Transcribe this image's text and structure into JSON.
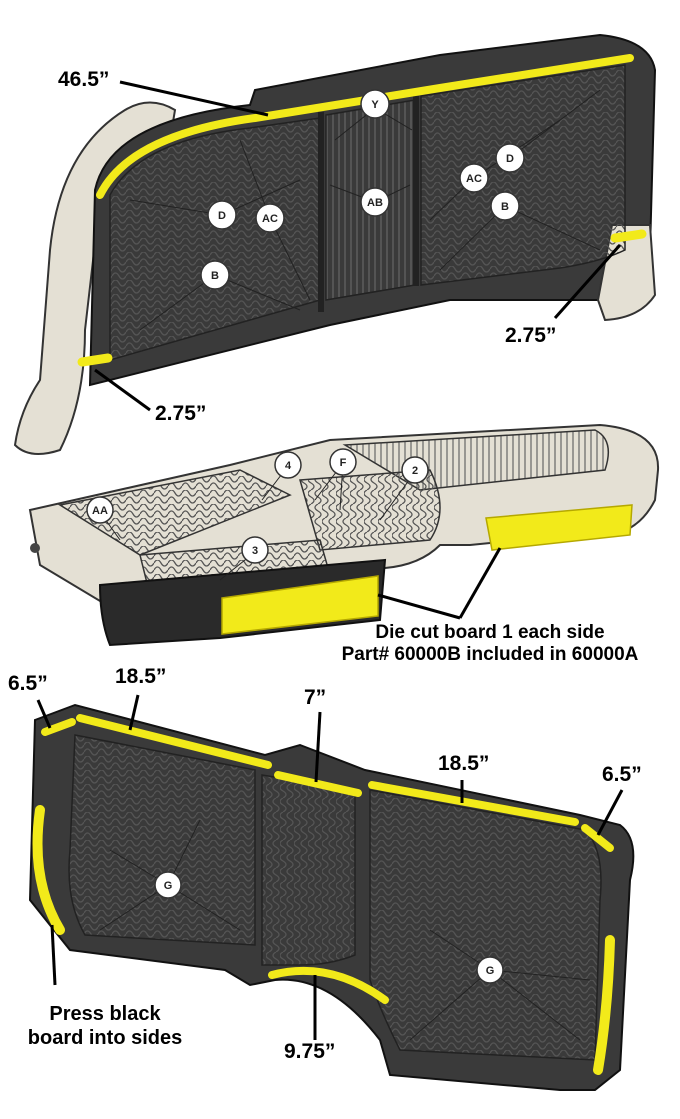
{
  "top_section": {
    "dimensions": {
      "top_edge": "46.5”",
      "right_end": "2.75”",
      "left_end": "2.75”"
    },
    "spring_labels": [
      "Y",
      "D",
      "AC",
      "B",
      "AB",
      "AC",
      "D",
      "B"
    ]
  },
  "middle_section": {
    "spring_labels": [
      "AA",
      "4",
      "F",
      "2",
      "3"
    ],
    "note_line1": "Die cut board 1 each side",
    "note_line2": "Part# 60000B included in 60000A"
  },
  "bottom_section": {
    "dimensions": {
      "top_left_corner": "6.5”",
      "top_left_edge": "18.5”",
      "center_top": "7”",
      "top_right_edge": "18.5”",
      "top_right_corner": "6.5”",
      "center_bottom": "9.75”"
    },
    "spring_labels": [
      "G",
      "G"
    ],
    "note_line1": "Press black",
    "note_line2": "board into sides"
  },
  "colors": {
    "board_highlight": "#f2ea1a",
    "frame": "#3a3a3a",
    "upholstery": "#e4e0d4",
    "spring": "#4a4a4a"
  }
}
